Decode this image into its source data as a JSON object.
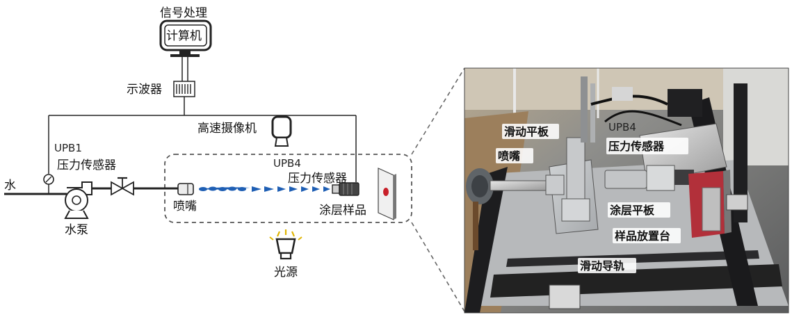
{
  "schematic": {
    "signal_processing": "信号处理",
    "computer": "计算机",
    "oscilloscope": "示波器",
    "high_speed_camera": "高速摄像机",
    "upb1": "UPB1",
    "pressure_sensor_1": "压力传感器",
    "water": "水",
    "pump": "水泵",
    "nozzle": "喷嘴",
    "upb4": "UPB4",
    "pressure_sensor_4": "压力传感器",
    "coating_sample": "涂层样品",
    "light_source": "光源"
  },
  "photo": {
    "sliding_plate": "滑动平板",
    "upb4": "UPB4",
    "nozzle": "喷嘴",
    "pressure_sensor": "压力传感器",
    "coating_plate": "涂层平板",
    "sample_stage": "样品放置台",
    "sliding_rail": "滑动导轨"
  },
  "colors": {
    "jet_blue": "#1f5fb4",
    "sample_red": "#c8202a",
    "line": "#222222"
  }
}
